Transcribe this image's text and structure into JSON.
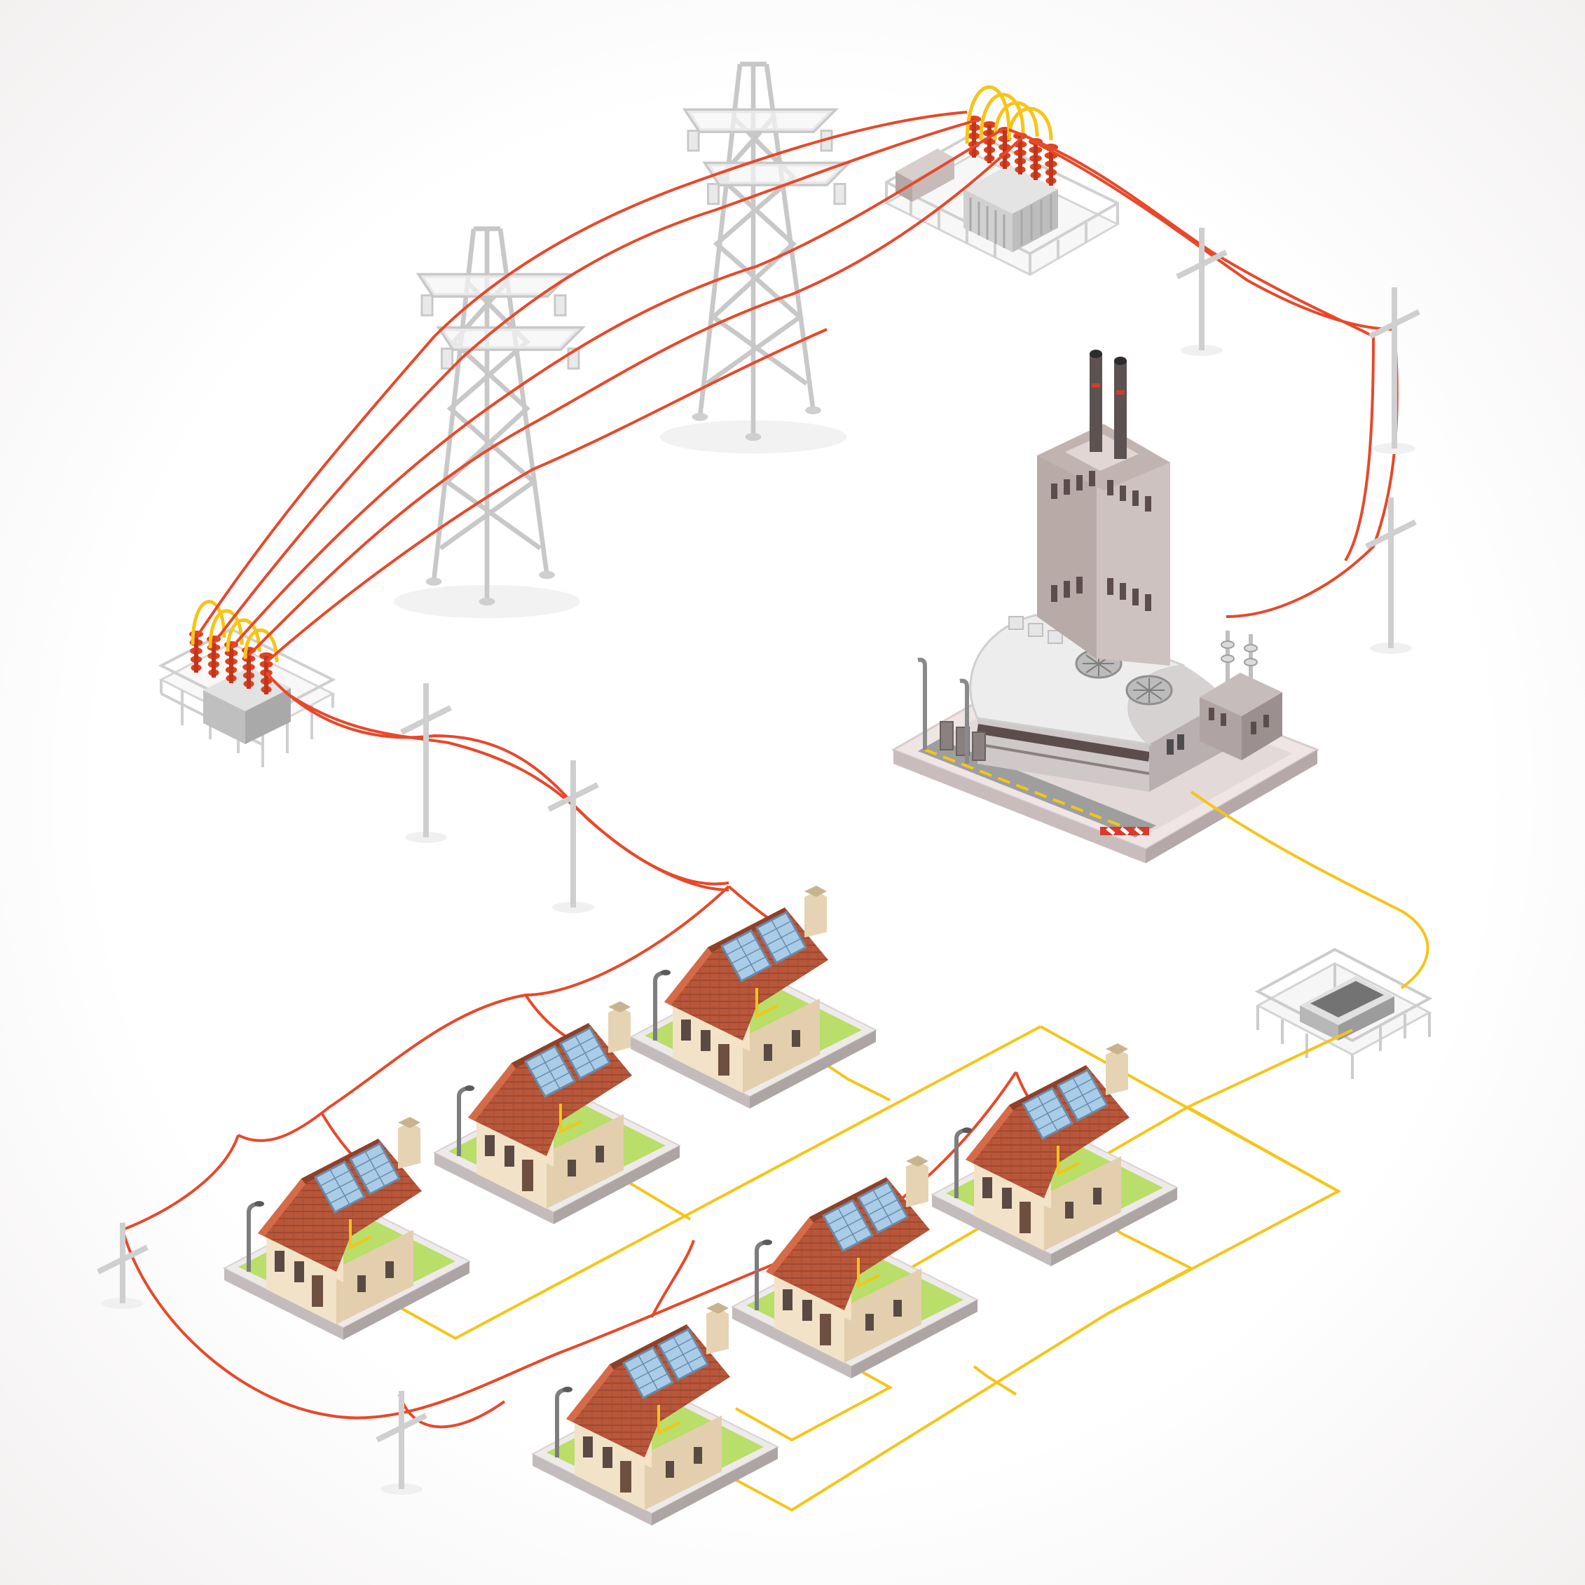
{
  "scene": {
    "kind": "isometric-energy-grid",
    "colors": {
      "background": "#ffffff",
      "vignette": "#f3f0f0",
      "high_voltage_line": "#e8482a",
      "low_voltage_line": "#f5c518",
      "tower": "#e6e6e6",
      "tower_stroke": "#c8c8c8",
      "plant_wall": "#bfb3b0",
      "plant_dark": "#5c4c4c",
      "grass": "#b9de6a",
      "roof": "#b8573a",
      "roof_tile": "#c9613f",
      "wall": "#f2e2c7",
      "solar_panel": "#a9cce8",
      "insulator": "#e0421e",
      "coil": "#f5c518"
    },
    "elements": [
      {
        "name": "power-plant",
        "label": ""
      },
      {
        "name": "transmission-tower",
        "count": 2
      },
      {
        "name": "substation",
        "count": 2
      },
      {
        "name": "distribution-pole",
        "count": 7
      },
      {
        "name": "transformer-box",
        "count": 1
      },
      {
        "name": "solar-house",
        "count": 6
      }
    ]
  }
}
